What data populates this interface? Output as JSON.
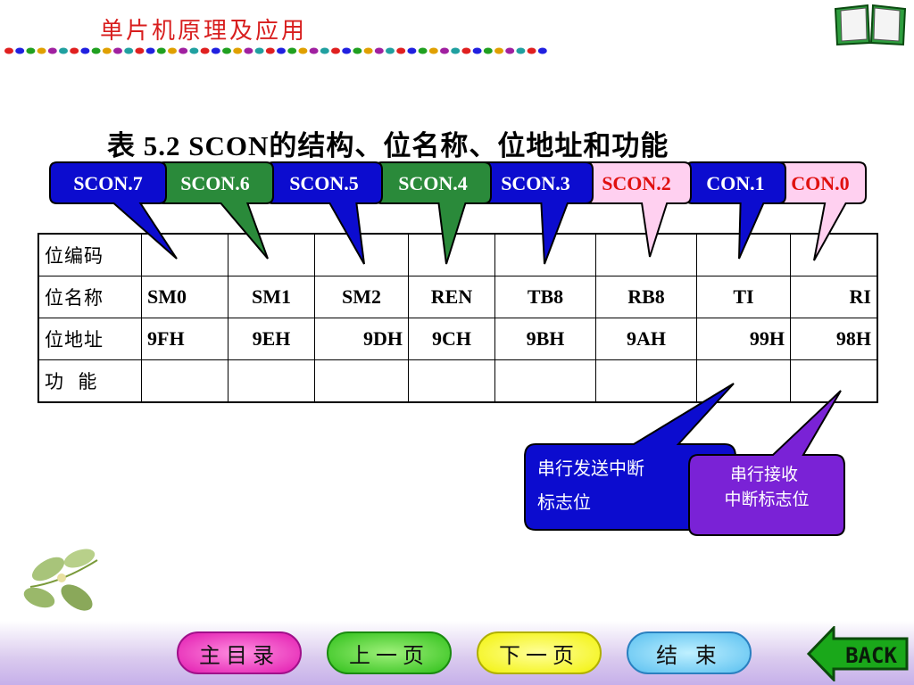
{
  "header": {
    "title": "单片机原理及应用"
  },
  "table_title": "表 5.2  SCON的结构、位名称、位地址和功能",
  "bit_callouts": [
    {
      "label": "SCON.7",
      "color": "#0c0ccf",
      "text_color": "#ffffff"
    },
    {
      "label": "SCON.6",
      "color": "#2a8a3a",
      "text_color": "#ffffff"
    },
    {
      "label": "SCON.5",
      "color": "#0c0ccf",
      "text_color": "#ffffff"
    },
    {
      "label": "SCON.4",
      "color": "#2a8a3a",
      "text_color": "#ffffff"
    },
    {
      "label": "SCON.3",
      "color": "#0c0ccf",
      "text_color": "#ffffff"
    },
    {
      "label": "SCON.2",
      "color": "#ffd0f0",
      "text_color": "#e01010"
    },
    {
      "label": "CON.1",
      "color": "#0c0ccf",
      "text_color": "#ffffff"
    },
    {
      "label": "CON.0",
      "color": "#ffd0f0",
      "text_color": "#e01010"
    }
  ],
  "table": {
    "row_headers": [
      "位编码",
      "位名称",
      "位地址",
      "功  能"
    ],
    "bit_names": [
      "SM0",
      "SM1",
      "SM2",
      "REN",
      "TB8",
      "RB8",
      "TI",
      "RI"
    ],
    "bit_addresses": [
      "9FH",
      "9EH",
      "9DH",
      "9CH",
      "9BH",
      "9AH",
      "99H",
      "98H"
    ]
  },
  "notes": {
    "ti_note": "串行发送中断标志位",
    "ri_note_line1": "串行接收",
    "ri_note_line2": "中断标志位"
  },
  "nav": {
    "main_menu": "主目录",
    "prev_page": "上一页",
    "next_page": "下一页",
    "end": "结 束",
    "back": "BACK"
  }
}
